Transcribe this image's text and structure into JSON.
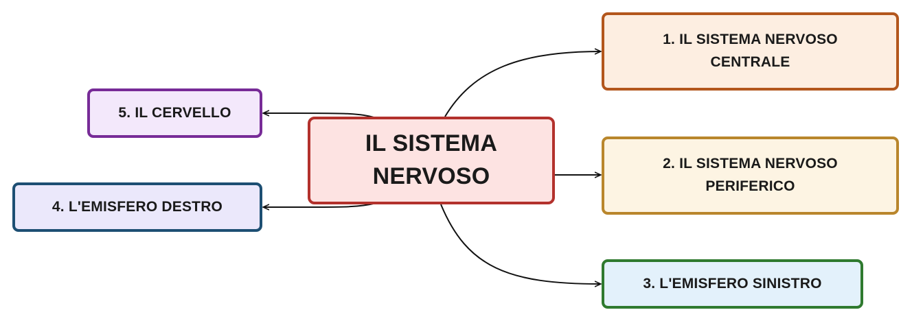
{
  "colors": {
    "center": {
      "fill": "#fde3e2",
      "border": "#b3312c"
    },
    "node1": {
      "fill": "#fdeee1",
      "border": "#b3561c"
    },
    "node2": {
      "fill": "#fdf4e3",
      "border": "#b9862c"
    },
    "node3": {
      "fill": "#e3f1fb",
      "border": "#2f7a2f"
    },
    "node4": {
      "fill": "#ebe8fb",
      "border": "#1d4f73"
    },
    "node5": {
      "fill": "#f3e8fb",
      "border": "#772b97"
    },
    "connector": "#111111"
  },
  "center": {
    "label": "IL SISTEMA\nNERVOSO"
  },
  "nodes": [
    {
      "label": "1. IL SISTEMA NERVOSO\nCENTRALE"
    },
    {
      "label": "2. IL SISTEMA NERVOSO\nPERIFERICO"
    },
    {
      "label": "3. L'EMISFERO SINISTRO"
    },
    {
      "label": "4. L'EMISFERO DESTRO"
    },
    {
      "label": "5. IL CERVELLO"
    }
  ]
}
